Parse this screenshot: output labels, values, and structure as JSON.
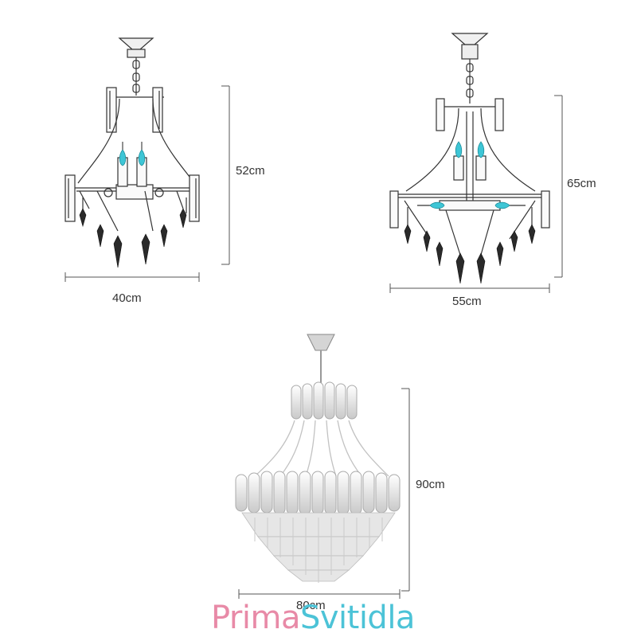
{
  "chandeliers": [
    {
      "id": "small",
      "width_label": "40cm",
      "height_label": "52cm"
    },
    {
      "id": "medium",
      "width_label": "55cm",
      "height_label": "65cm"
    },
    {
      "id": "large",
      "width_label": "80cm",
      "height_label": "90cm"
    }
  ],
  "brand": {
    "part1": "Prima",
    "part2": "Svitidla",
    "color1": "#e88aa7",
    "color2": "#4cc3d7"
  },
  "colors": {
    "line": "#333333",
    "bulb": "#3ec6d6",
    "crystal": "#c8c8c8"
  }
}
